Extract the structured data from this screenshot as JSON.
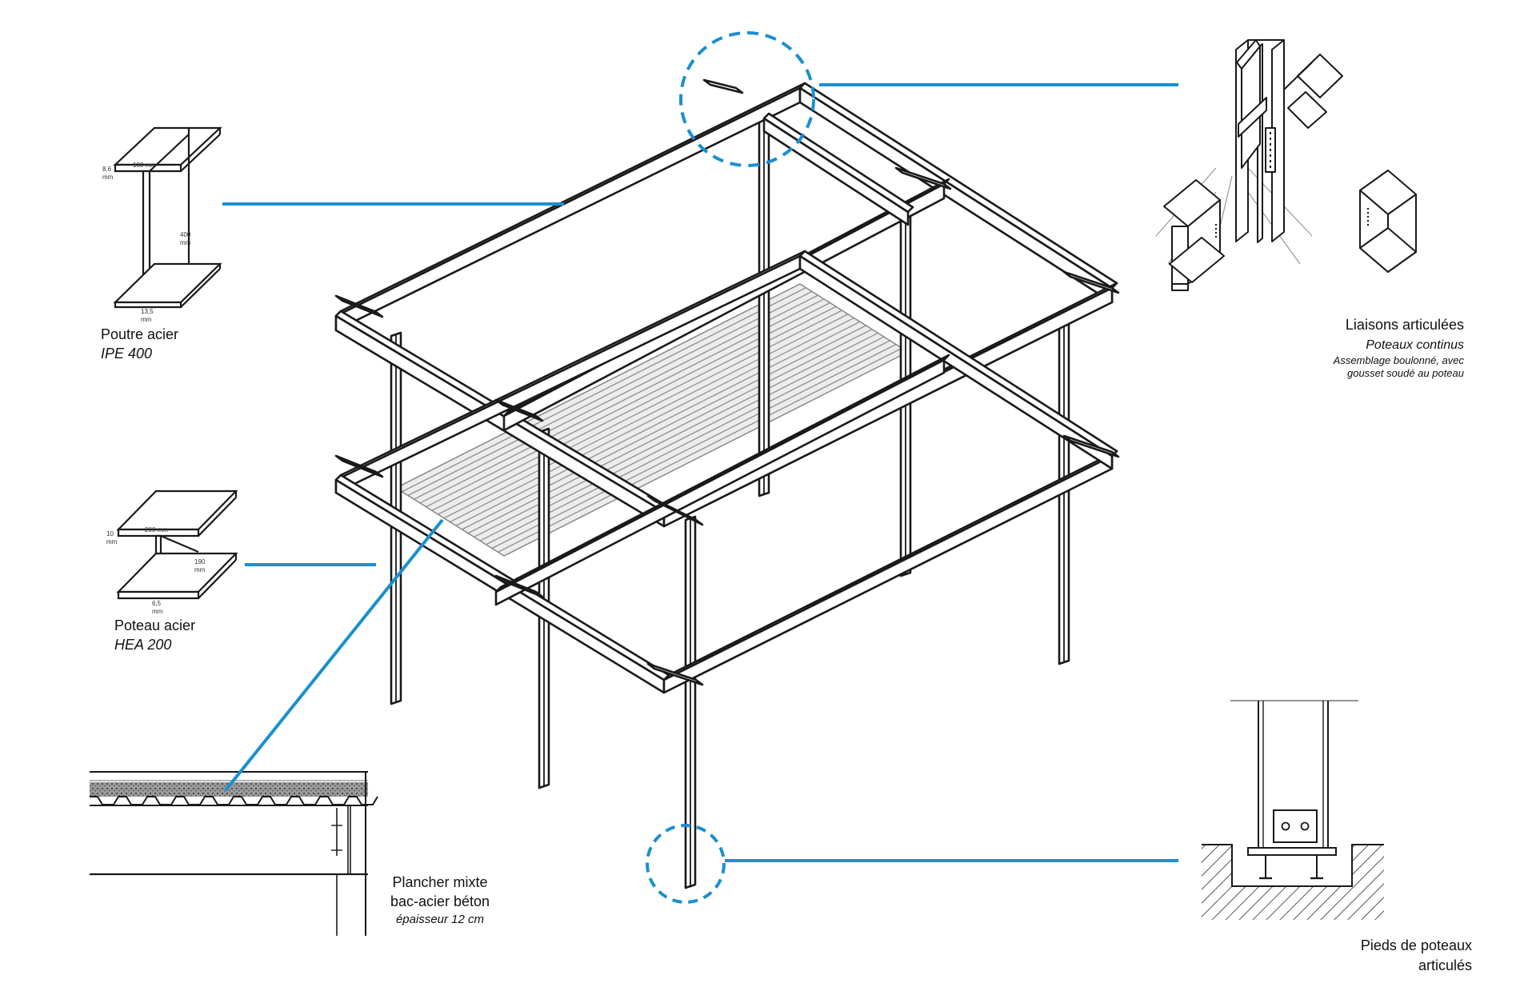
{
  "colors": {
    "ink": "#1a1a1a",
    "accent": "#1b8fd1",
    "hatch": "#555555"
  },
  "labels": {
    "beam_title": "Poutre acier",
    "beam_profile": "IPE 400",
    "beam_dims": {
      "flange_width": "180 mm",
      "flange_thk": "8,6",
      "height": "400",
      "web_thk": "13,5",
      "unit": "mm"
    },
    "column_title": "Poteau acier",
    "column_profile": "HEA 200",
    "column_dims": {
      "flange_width": "200 mm",
      "flange_thk": "10",
      "height": "190",
      "web_thk": "6,5",
      "unit": "mm"
    },
    "joint_title": "Liaisons articulées",
    "joint_sub": "Poteaux continus",
    "joint_desc1": "Assemblage boulonné, avec",
    "joint_desc2": "gousset soudé au poteau",
    "floor_title1": "Plancher mixte",
    "floor_title2": "bac-acier béton",
    "floor_sub": "épaisseur 12 cm",
    "base_title1": "Pieds de poteaux",
    "base_title2": "articulés"
  }
}
